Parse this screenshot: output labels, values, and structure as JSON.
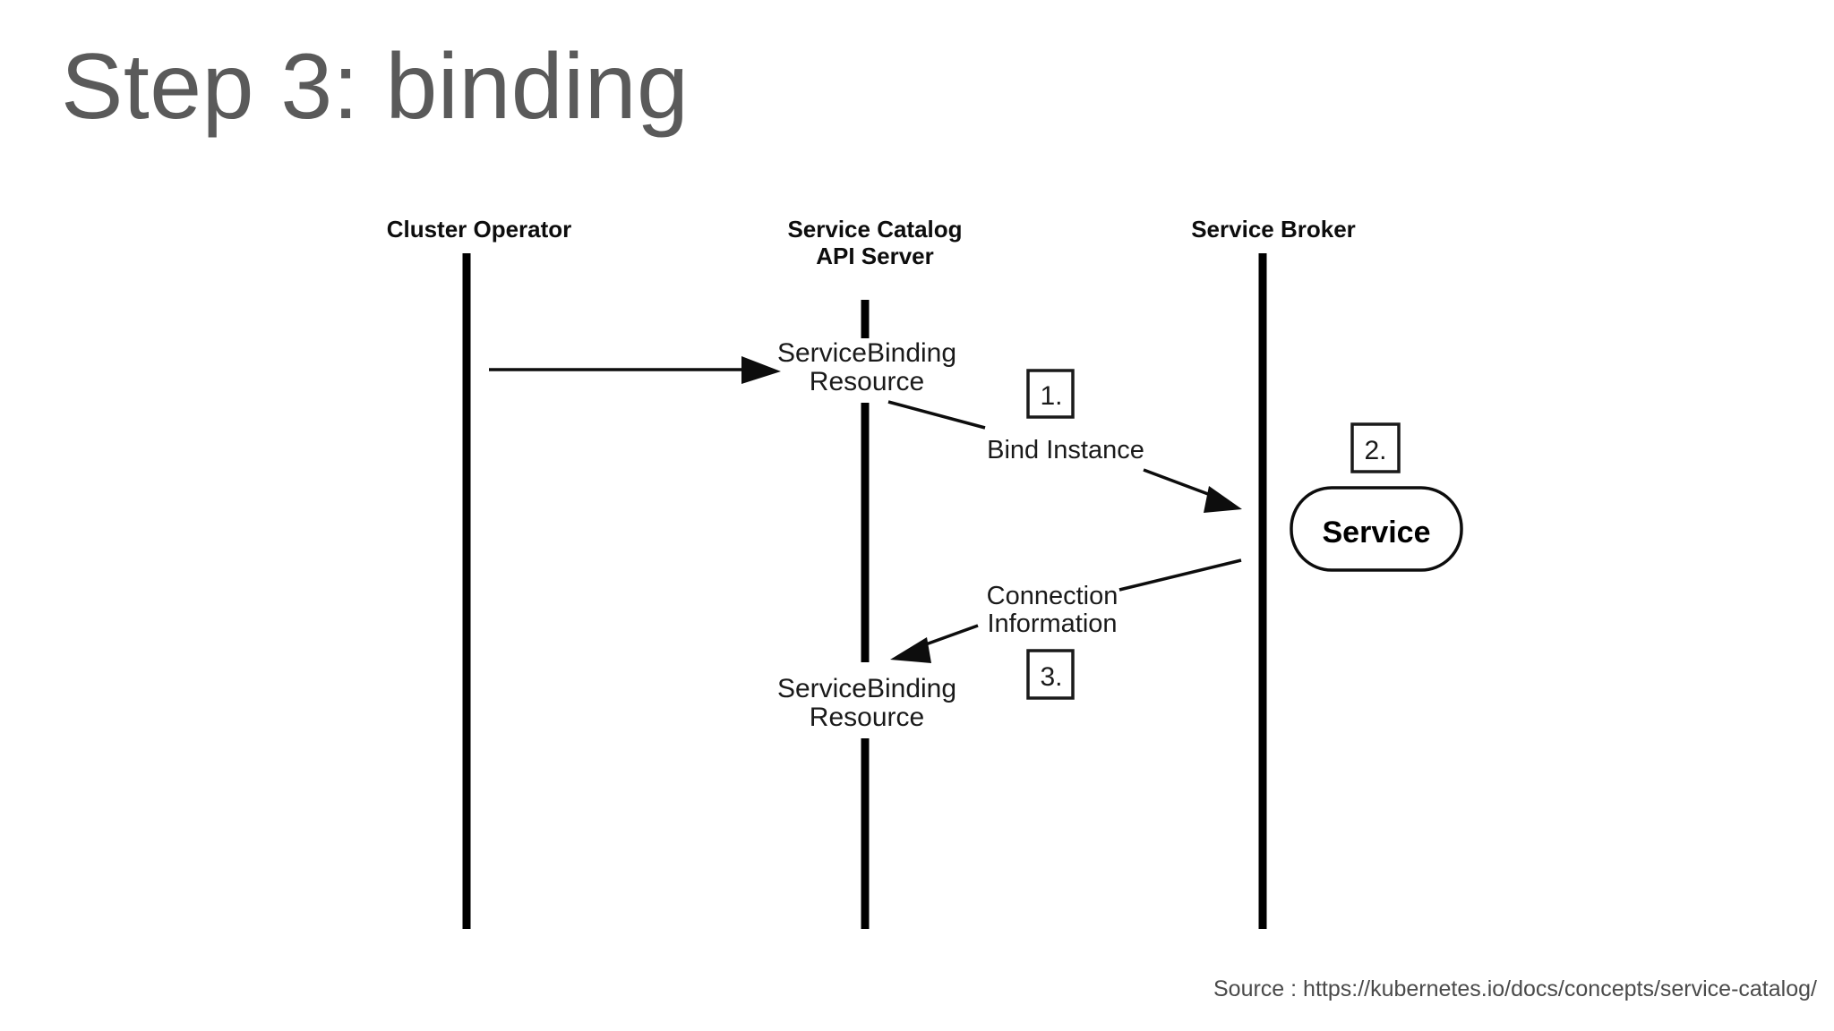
{
  "slide": {
    "title": "Step 3: binding",
    "title_color": "#5a5a5a",
    "background_color": "#ffffff",
    "source_note": "Source : https://kubernetes.io/docs/concepts/service-catalog/"
  },
  "diagram": {
    "type": "sequence-diagram",
    "lanes": [
      {
        "id": "cluster-operator",
        "title": "Cluster Operator"
      },
      {
        "id": "service-catalog-api-server",
        "title_line1": "Service Catalog",
        "title_line2": "API Server"
      },
      {
        "id": "service-broker",
        "title": "Service Broker"
      }
    ],
    "nodes": [
      {
        "id": "servicebinding-resource-top",
        "line1": "ServiceBinding",
        "line2": "Resource"
      },
      {
        "id": "servicebinding-resource-bottom",
        "line1": "ServiceBinding",
        "line2": "Resource"
      },
      {
        "id": "service",
        "label": "Service"
      }
    ],
    "edges": [
      {
        "id": "create-binding",
        "label": ""
      },
      {
        "id": "bind-instance",
        "label": "Bind Instance"
      },
      {
        "id": "connection-information",
        "line1": "Connection",
        "line2": "Information"
      }
    ],
    "steps": [
      {
        "id": "step-1",
        "label": "1."
      },
      {
        "id": "step-2",
        "label": "2."
      },
      {
        "id": "step-3",
        "label": "3."
      }
    ]
  }
}
